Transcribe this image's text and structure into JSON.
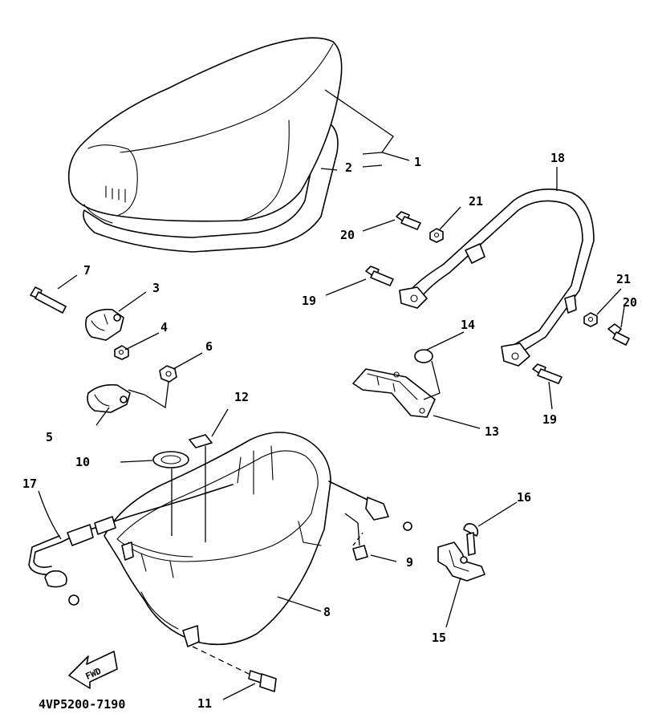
{
  "diagram_code": "4VP5200-7190",
  "direction_label": "FWD",
  "callouts": [
    "1",
    "2",
    "3",
    "4",
    "5",
    "6",
    "7",
    "8",
    "9",
    "10",
    "11",
    "12",
    "13",
    "14",
    "15",
    "16",
    "17",
    "18",
    "19",
    "20",
    "21"
  ],
  "colors": {
    "ink": "#000000",
    "paper": "#ffffff"
  }
}
